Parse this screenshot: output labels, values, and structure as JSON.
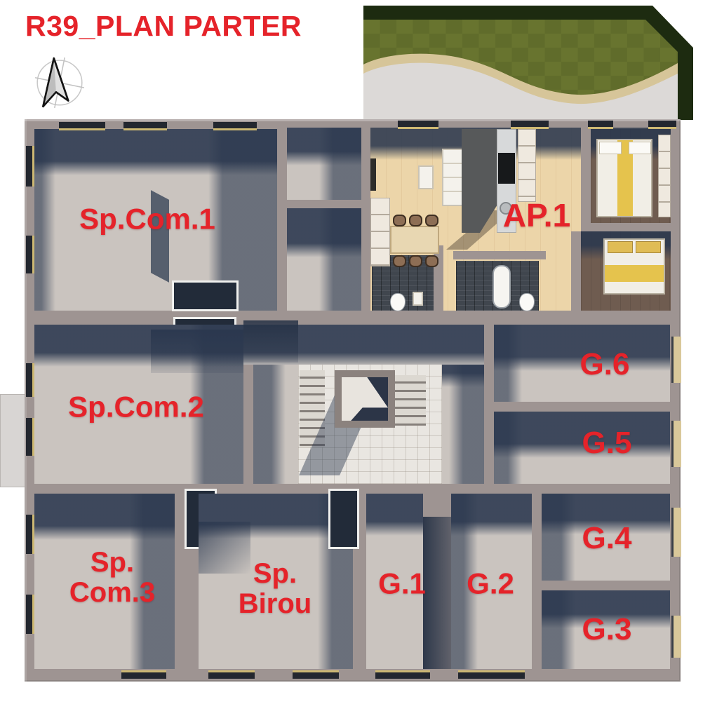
{
  "title": "R39_PLAN PARTER",
  "compass": {
    "icon": "north-arrow"
  },
  "rooms": {
    "sp_com_1": "Sp.Com.1",
    "ap_1": "AP.1",
    "sp_com_2": "Sp.Com.2",
    "g6": "G.6",
    "g5": "G.5",
    "sp_com_3_l1": "Sp.",
    "sp_com_3_l2": "Com.3",
    "sp_birou_l1": "Sp.",
    "sp_birou_l2": "Birou",
    "g1": "G.1",
    "g2": "G.2",
    "g4": "G.4",
    "g3": "G.3"
  },
  "colors": {
    "accent": "#e5232a",
    "wall": "#9e9492",
    "floor": "#cac4bf",
    "wood": "#ecd5a9",
    "shadow": "#2a374e",
    "lawn": "#68742f",
    "lawn_dark": "#1d2b10",
    "sand": "#d6c599",
    "terrace": "#dcd9d7"
  }
}
